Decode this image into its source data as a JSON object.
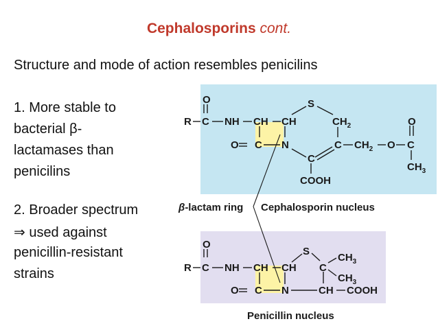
{
  "slide": {
    "title_bold": "Cephalosporins",
    "title_italic": "cont.",
    "subtitle": "Structure and mode of action resembles penicilins",
    "point1": [
      "1. More stable to",
      "bacterial β-",
      "lactamases than",
      "penicilins"
    ],
    "point2": [
      "2. Broader spectrum",
      "⇒ used against",
      "penicillin-resistant",
      "strains"
    ]
  },
  "diagram": {
    "colors": {
      "ceph_bg": "#c5e6f2",
      "pen_bg": "#e2def0",
      "highlight": "#fdf3a6"
    },
    "label_beta": "β",
    "label_lactam": "-lactam ring",
    "label_ceph": "Cephalosporin nucleus",
    "label_pen": "Penicillin nucleus",
    "ceph": {
      "O_top": "O",
      "R": "R",
      "C1": "C",
      "NH": "NH",
      "CH_a": "CH",
      "CH_b": "CH",
      "S": "S",
      "CH2_top": "CH",
      "CH2_top_sub": "2",
      "O_right": "O",
      "O_left": "O",
      "C2": "C",
      "N": "N",
      "C3": "C",
      "CH2_mid": "CH",
      "CH2_mid_sub": "2",
      "O_mid": "O",
      "C4": "C",
      "C5": "C",
      "CH3": "CH",
      "CH3_sub": "3",
      "COOH": "COOH"
    },
    "pen": {
      "O_top": "O",
      "R": "R",
      "C1": "C",
      "NH": "NH",
      "CH_a": "CH",
      "CH_b": "CH",
      "S": "S",
      "C_q": "C",
      "CH3_a": "CH",
      "CH3_a_sub": "3",
      "CH3_b": "CH",
      "CH3_b_sub": "3",
      "O_left": "O",
      "C2": "C",
      "N": "N",
      "CH_c": "CH",
      "COOH": "COOH"
    }
  }
}
